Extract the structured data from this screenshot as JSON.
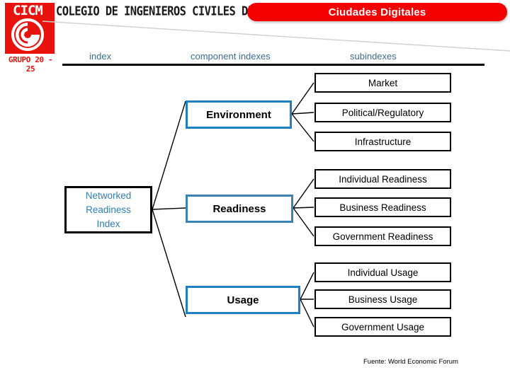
{
  "header": {
    "logo": {
      "mark_letters": "CICM",
      "group_label": "GRUPO 20 - 25",
      "icon": "cicm-swirl-icon",
      "color": "#e8130d"
    },
    "organization": "COLEGIO DE INGENIEROS CIVILES DE MEXICO",
    "title": "Ciudades Digitales",
    "title_color": "#f50000"
  },
  "columns": [
    {
      "label": "index"
    },
    {
      "label": "component indexes"
    },
    {
      "label": "subindexes"
    }
  ],
  "column_header_color": "#3d6b93",
  "diagram": {
    "root": {
      "label_lines": [
        "Networked",
        "Readiness",
        "Index"
      ],
      "text_color": "#2f7fb5",
      "border_color": "#000000"
    },
    "components": [
      {
        "label": "Environment",
        "border_color": "#1f7fc4",
        "subindexes": [
          {
            "label": "Market"
          },
          {
            "label": "Political/Regulatory"
          },
          {
            "label": "Infrastructure"
          }
        ]
      },
      {
        "label": "Readiness",
        "border_color": "#3b83b5",
        "subindexes": [
          {
            "label": "Individual Readiness"
          },
          {
            "label": "Business  Readiness"
          },
          {
            "label": "Government Readiness"
          }
        ]
      },
      {
        "label": "Usage",
        "border_color": "#1f7fc4",
        "subindexes": [
          {
            "label": "Individual Usage"
          },
          {
            "label": "Business Usage"
          },
          {
            "label": "Government Usage"
          }
        ]
      }
    ]
  },
  "footer": {
    "source": "Fuente: World Economic Forum"
  }
}
